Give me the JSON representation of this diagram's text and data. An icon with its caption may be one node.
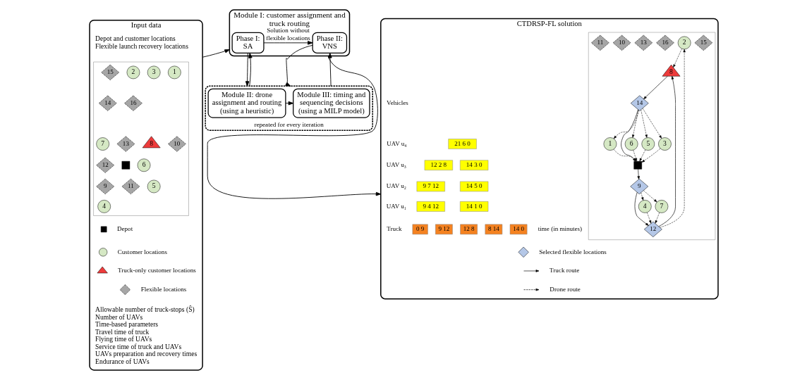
{
  "diagram": {
    "nodes": [
      {
        "text": [
          "Input data",
          "Depot and customer locations",
          "Flexible launch recovery locations",
          "Allowable number of truck-stops (Ŝ)",
          "Number of UAVs",
          "Time-based parameters",
          "Travel time of truck",
          "Flying time of UAVs",
          "Service time of truck and UAVs",
          "UAVs preparation and recovery times",
          "Endurance of UAVs"
        ]
      },
      {
        "text": [],
        "shape": "box",
        "in": 0
      },
      {
        "text": [
          "15"
        ],
        "in": 1
      },
      {
        "text": [
          "2"
        ],
        "in": 1
      },
      {
        "text": [
          "3"
        ],
        "in": 1
      },
      {
        "text": [
          "1"
        ],
        "in": 1
      },
      {
        "text": [
          "14"
        ],
        "in": 1
      },
      {
        "text": [
          "16"
        ],
        "in": 1
      },
      {
        "text": [
          "8"
        ],
        "in": 1
      },
      {
        "text": [
          "13"
        ],
        "in": 1
      },
      {
        "text": [
          "7"
        ],
        "in": 1
      },
      {
        "text": [
          "10"
        ],
        "in": 1
      },
      {
        "text": [],
        "shape": "box",
        "in": 1
      },
      {
        "text": [
          "6"
        ],
        "in": 1
      },
      {
        "text": [
          "12"
        ],
        "in": 1
      },
      {
        "text": [
          "11"
        ],
        "in": 1
      },
      {
        "text": [
          "5"
        ],
        "in": 1
      },
      {
        "text": [
          "9"
        ],
        "in": 1
      },
      {
        "text": [
          "4"
        ],
        "in": 1
      },
      {
        "text": [
          "Module I: customer assignment and truck routing"
        ]
      },
      {
        "text": [
          "Phase I: SA"
        ],
        "in": 19
      },
      {
        "text": [
          "Phase II: VNS"
        ],
        "in": 19
      },
      {
        "text": [
          "repeated for every iteration"
        ]
      },
      {
        "text": [
          "Module II: drone assignment and routing (using a heuristic)"
        ],
        "in": 22
      },
      {
        "text": [
          "Module III: timing and sequencing decisions (using a MILP model)"
        ],
        "in": 22
      },
      {
        "text": [
          "CTDRSP-FL solution"
        ]
      },
      {
        "text": [],
        "shape": "box",
        "in": 25
      },
      {
        "text": [
          "15"
        ],
        "in": 26
      },
      {
        "text": [
          "2"
        ],
        "in": 26
      },
      {
        "text": [
          "3"
        ],
        "in": 26
      },
      {
        "text": [
          "1"
        ],
        "in": 26
      },
      {
        "text": [
          "14"
        ],
        "in": 26
      },
      {
        "text": [
          "16"
        ],
        "in": 26
      },
      {
        "text": [
          "8"
        ],
        "in": 26
      },
      {
        "text": [
          "13"
        ],
        "in": 26
      },
      {
        "text": [
          "7"
        ],
        "in": 26
      },
      {
        "text": [
          "10"
        ],
        "in": 26
      },
      {
        "text": [],
        "shape": "box",
        "in": 26
      },
      {
        "text": [
          "6"
        ],
        "in": 26
      },
      {
        "text": [
          "12"
        ],
        "in": 26
      },
      {
        "text": [
          "11"
        ],
        "in": 26
      },
      {
        "text": [
          "5"
        ],
        "in": 26
      },
      {
        "text": [
          "9"
        ],
        "in": 26
      },
      {
        "text": [
          "4"
        ],
        "in": 26
      },
      {
        "text": [
          "21 6 0"
        ],
        "in": 25
      },
      {
        "text": [
          "12 2 8"
        ],
        "in": 25
      },
      {
        "text": [
          "14 3 0"
        ],
        "in": 25
      },
      {
        "text": [
          "9 7 12"
        ],
        "in": 25
      },
      {
        "text": [
          "14 5 0"
        ],
        "in": 25
      },
      {
        "text": [
          "9 4 12"
        ],
        "in": 25
      },
      {
        "text": [
          "14 1 0"
        ],
        "in": 25
      },
      {
        "text": [
          "0 9"
        ],
        "in": 25
      },
      {
        "text": [
          "9 12"
        ],
        "in": 25
      },
      {
        "text": [
          "12 8"
        ],
        "in": 25
      },
      {
        "text": [
          "8 14"
        ],
        "in": 25
      },
      {
        "text": [
          "14 0"
        ],
        "in": 25
      }
    ],
    "edges": [
      {
        "from": 0,
        "to": 19,
        "arrow": "to"
      },
      {
        "from": 19,
        "to": 25,
        "arrow": "to"
      },
      {
        "from": 20,
        "to": 21,
        "arrow": "to",
        "label": "Solution without flexible locations"
      },
      {
        "from": 20,
        "to": 22,
        "arrow": "to"
      },
      {
        "from": 22,
        "to": 20,
        "arrow": "to"
      },
      {
        "from": 21,
        "to": 22,
        "arrow": "to"
      },
      {
        "from": 22,
        "to": 21,
        "arrow": "to"
      },
      {
        "from": 23,
        "to": 24,
        "arrow": "to"
      },
      {
        "from": 37,
        "to": 42,
        "arrow": "to"
      },
      {
        "from": 42,
        "to": 39,
        "arrow": "to"
      },
      {
        "from": 39,
        "to": 33,
        "arrow": "to"
      },
      {
        "from": 33,
        "to": 31,
        "arrow": "to"
      },
      {
        "from": 31,
        "to": 37,
        "arrow": "to"
      },
      {
        "from": 39,
        "to": 28,
        "arrow": "to",
        "style": "dashed"
      },
      {
        "from": 28,
        "to": 33,
        "arrow": "to",
        "style": "dashed"
      },
      {
        "from": 42,
        "to": 35,
        "arrow": "to",
        "style": "dashed"
      },
      {
        "from": 35,
        "to": 39,
        "arrow": "to",
        "style": "dashed"
      },
      {
        "from": 42,
        "to": 43,
        "arrow": "to",
        "style": "dashed"
      },
      {
        "from": 43,
        "to": 39,
        "arrow": "to",
        "style": "dashed"
      },
      {
        "from": 31,
        "to": 38,
        "arrow": "to",
        "style": "dashed"
      },
      {
        "from": 38,
        "to": 37,
        "arrow": "to",
        "style": "dashed"
      },
      {
        "from": 31,
        "to": 29,
        "arrow": "to",
        "style": "dashed"
      },
      {
        "from": 29,
        "to": 37,
        "arrow": "to",
        "style": "dashed"
      },
      {
        "from": 31,
        "to": 41,
        "arrow": "to",
        "style": "dashed"
      },
      {
        "from": 41,
        "to": 37,
        "arrow": "to",
        "style": "dashed"
      },
      {
        "from": 31,
        "to": 30,
        "arrow": "to",
        "style": "dashed"
      },
      {
        "from": 30,
        "to": 37,
        "arrow": "to",
        "style": "dashed"
      }
    ],
    "labels": [
      "Vehicles",
      "UAV u₄",
      "UAV u₃",
      "UAV u₂",
      "UAV u₁",
      "Truck",
      "time (in minutes)"
    ],
    "legend": [
      {
        "text": "Depot"
      },
      {
        "text": "Customer locations"
      },
      {
        "text": "Truck-only customer locations"
      },
      {
        "text": "Flexible locations"
      },
      {
        "text": "Selected flexible locations"
      },
      {
        "text": "Truck route"
      },
      {
        "text": "Drone route"
      }
    ]
  }
}
